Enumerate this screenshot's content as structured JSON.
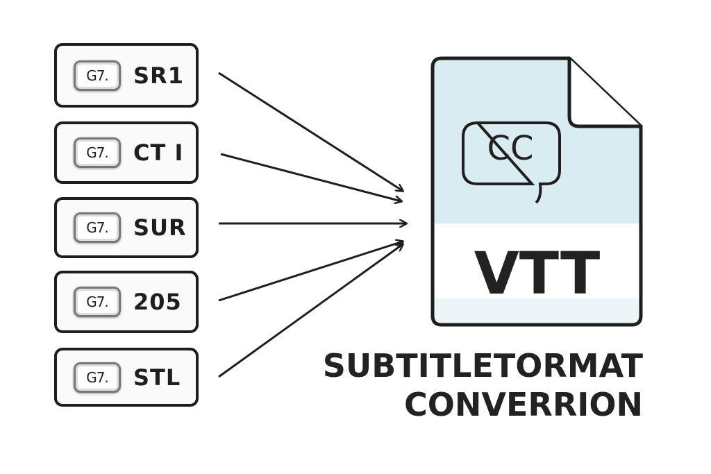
{
  "sources": [
    {
      "badge": "G7.",
      "code": "SR1"
    },
    {
      "badge": "G7.",
      "code": "CT I"
    },
    {
      "badge": "G7.",
      "code": "SUR"
    },
    {
      "badge": "G7.",
      "code": "205"
    },
    {
      "badge": "G7.",
      "code": "STL"
    }
  ],
  "target": {
    "icon": "closed-captions-icon",
    "cc_label": "CC",
    "format": "VTT",
    "accent": "#d8ecf2"
  },
  "title": {
    "line1": "SUBTITLETORMAT",
    "line2": "CONVERRION"
  }
}
